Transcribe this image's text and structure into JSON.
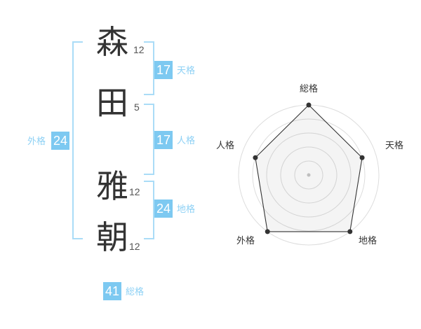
{
  "name_analysis": {
    "characters": [
      {
        "char": "森",
        "strokes": "12"
      },
      {
        "char": "田",
        "strokes": "5"
      },
      {
        "char": "雅",
        "strokes": "12"
      },
      {
        "char": "朝",
        "strokes": "12"
      }
    ],
    "fortunes": {
      "tenkaku": {
        "label": "天格",
        "value": "17"
      },
      "jinkaku": {
        "label": "人格",
        "value": "17"
      },
      "chikaku": {
        "label": "地格",
        "value": "24"
      },
      "gaikaku": {
        "label": "外格",
        "value": "24"
      },
      "soukaku": {
        "label": "総格",
        "value": "41"
      }
    },
    "colors": {
      "badge": "#7dc9f1",
      "label_text": "#8ed1f5",
      "bracket": "#aadcf7"
    }
  },
  "chart_data": {
    "type": "radar",
    "categories": [
      "総格",
      "天格",
      "地格",
      "外格",
      "人格"
    ],
    "values": [
      5,
      4,
      5,
      5,
      4
    ],
    "max": 5,
    "grid_rings": 5,
    "grid_color": "#dddddd",
    "line_color": "#333333",
    "fill_color": "rgba(0,0,0,0.045)",
    "dot_color": "#333333",
    "center_dot_color": "#c8c8c8"
  }
}
